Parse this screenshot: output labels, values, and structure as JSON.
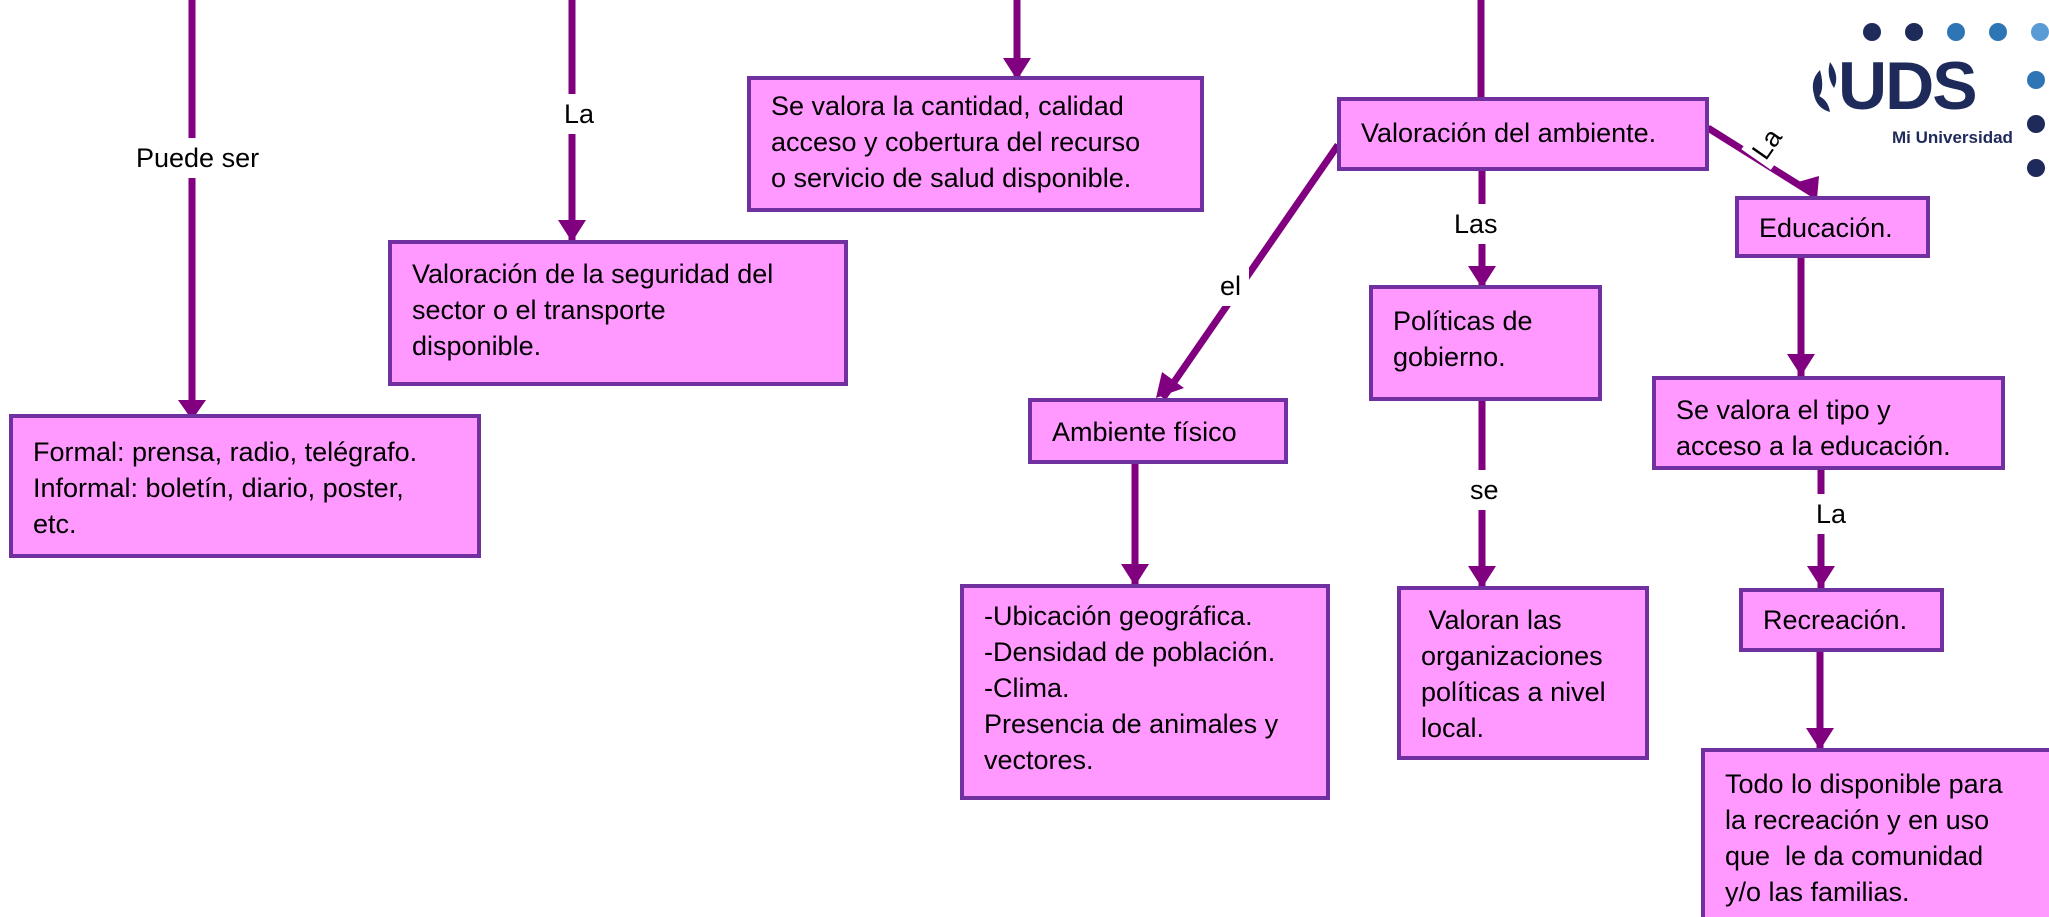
{
  "colors": {
    "box_fill": "#ff99ff",
    "box_border": "#7030a0",
    "arrow": "#800080",
    "logo_navy": "#1e2a5a",
    "logo_blue": "#2e75b6"
  },
  "logo": {
    "text": "UDS",
    "tagline": "Mi Universidad"
  },
  "connectors": {
    "puede_ser": "Puede ser",
    "la_1": "La",
    "la_2": "La",
    "las": "Las",
    "el": "el",
    "se": "se",
    "la_3": "La"
  },
  "boxes": {
    "comunicacion": {
      "lines": [
        "Formal: prensa, radio, telégrafo.",
        "Informal: boletín, diario, poster,",
        "etc."
      ]
    },
    "seguridad": {
      "lines": [
        "Valoración de la seguridad del",
        "sector o el transporte",
        "disponible."
      ]
    },
    "salud": {
      "lines": [
        "Se valora la cantidad, calidad",
        "acceso y cobertura del recurso",
        "o servicio de salud disponible."
      ]
    },
    "ambiente": {
      "text": "Valoración del ambiente."
    },
    "ambiente_fisico": {
      "text": "Ambiente físico"
    },
    "ambiente_detalle": {
      "lines": [
        "-Ubicación geográfica.",
        "-Densidad de población.",
        "-Clima.",
        "Presencia de animales y",
        "vectores."
      ]
    },
    "politicas": {
      "lines": [
        "Políticas de",
        "gobierno."
      ]
    },
    "politicas_detalle": {
      "lines": [
        " Valoran las",
        "organizaciones",
        "políticas a nivel",
        "local."
      ]
    },
    "educacion": {
      "text": "Educación."
    },
    "educacion_detalle": {
      "lines": [
        "Se valora el tipo y",
        "acceso a la educación."
      ]
    },
    "recreacion": {
      "text": "Recreación."
    },
    "recreacion_detalle": {
      "lines": [
        "Todo lo disponible para",
        "la recreación y en uso",
        "que  le da comunidad",
        "y/o las familias."
      ]
    }
  }
}
